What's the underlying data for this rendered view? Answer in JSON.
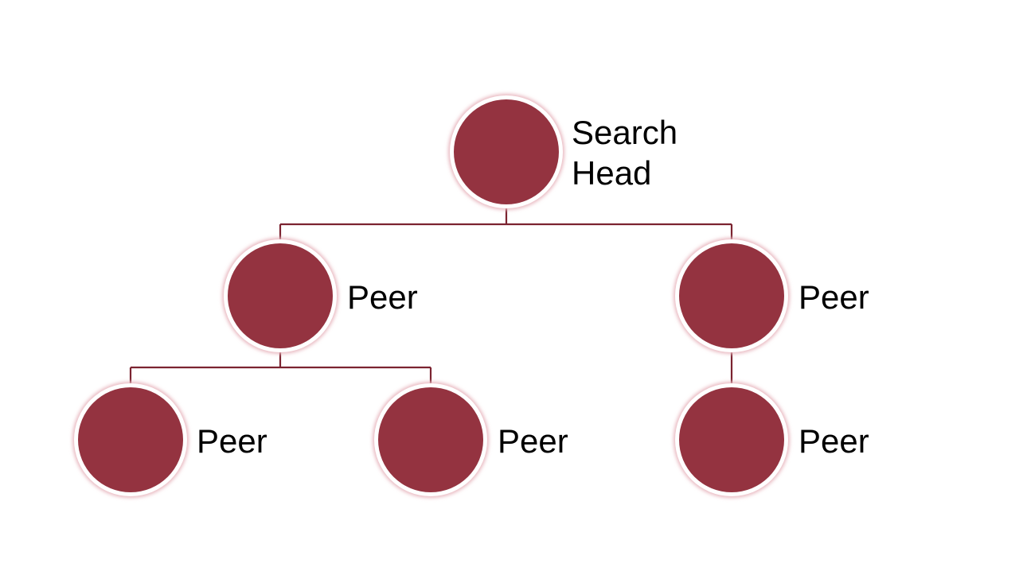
{
  "diagram": {
    "root": {
      "label_lines": [
        "Search",
        "Head"
      ]
    },
    "nodes": [
      {
        "id": "root",
        "label": "Search Head"
      },
      {
        "id": "peer-1",
        "label": "Peer",
        "parent": "root"
      },
      {
        "id": "peer-2",
        "label": "Peer",
        "parent": "root"
      },
      {
        "id": "peer-3",
        "label": "Peer",
        "parent": "peer-1"
      },
      {
        "id": "peer-4",
        "label": "Peer",
        "parent": "peer-1"
      },
      {
        "id": "peer-5",
        "label": "Peer",
        "parent": "peer-2"
      }
    ],
    "peer_label": "Peer",
    "colors": {
      "node_fill": "#943340",
      "node_ring": "#ffffff",
      "node_glow": "#e8b7bf",
      "connector": "#7b2330"
    }
  }
}
